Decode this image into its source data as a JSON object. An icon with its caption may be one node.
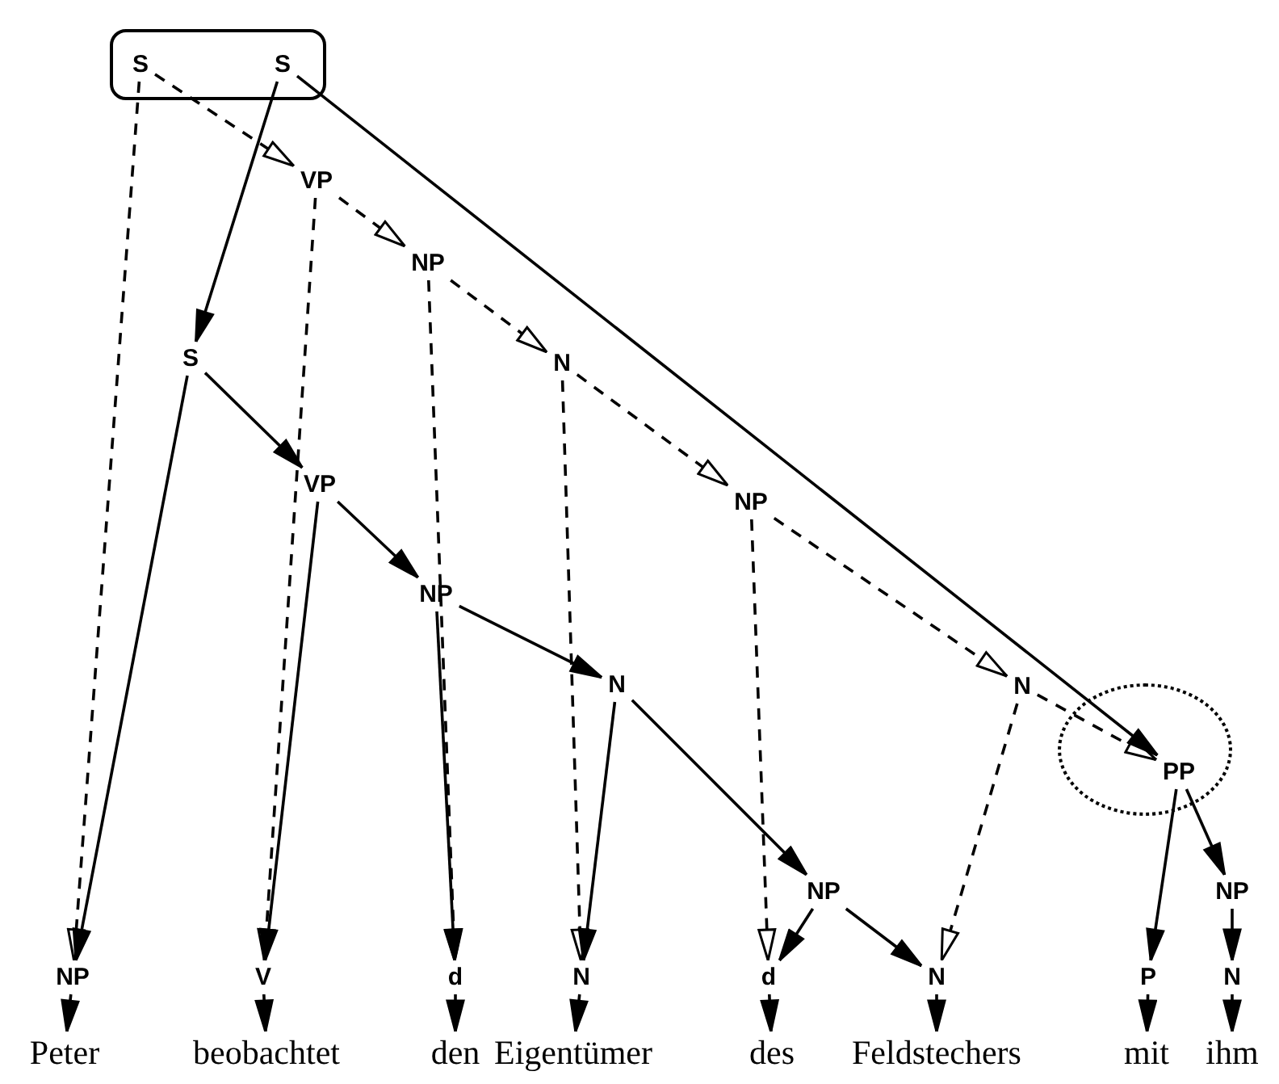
{
  "diagram": {
    "nodes": [
      {
        "text": [],
        "shape": "box"
      },
      {
        "text": [
          "S"
        ],
        "in": 0
      },
      {
        "text": [
          "S"
        ],
        "in": 0
      },
      {
        "text": [
          "VP"
        ]
      },
      {
        "text": [
          "NP"
        ]
      },
      {
        "text": [
          "N"
        ]
      },
      {
        "text": [
          "NP"
        ]
      },
      {
        "text": [
          "N"
        ]
      },
      {
        "text": [
          "S"
        ]
      },
      {
        "text": [
          "VP"
        ]
      },
      {
        "text": [
          "NP"
        ]
      },
      {
        "text": [
          "N"
        ]
      },
      {
        "text": [
          "NP"
        ]
      },
      {
        "text": [],
        "shape": "circle"
      },
      {
        "text": [
          "PP"
        ],
        "in": 13
      },
      {
        "text": [
          "NP"
        ]
      },
      {
        "text": [
          "V"
        ]
      },
      {
        "text": [
          "d"
        ]
      },
      {
        "text": [
          "N"
        ]
      },
      {
        "text": [
          "d"
        ]
      },
      {
        "text": [
          "N"
        ]
      },
      {
        "text": [
          "P"
        ]
      },
      {
        "text": [
          "NP"
        ]
      },
      {
        "text": [
          "N"
        ]
      },
      {
        "text": [
          "Peter"
        ]
      },
      {
        "text": [
          "beobachtet"
        ]
      },
      {
        "text": [
          "den"
        ]
      },
      {
        "text": [
          "Eigentümer"
        ]
      },
      {
        "text": [
          "des"
        ]
      },
      {
        "text": [
          "Feldstechers"
        ]
      },
      {
        "text": [
          "mit"
        ]
      },
      {
        "text": [
          "ihm"
        ]
      }
    ],
    "edges": [
      {
        "from": 1,
        "to": 15,
        "arrow": "to",
        "style": "dashed"
      },
      {
        "from": 1,
        "to": 3,
        "arrow": "to",
        "style": "dashed"
      },
      {
        "from": 3,
        "to": 16,
        "arrow": "to",
        "style": "dashed"
      },
      {
        "from": 3,
        "to": 4,
        "arrow": "to",
        "style": "dashed"
      },
      {
        "from": 4,
        "to": 17,
        "arrow": "to",
        "style": "dashed"
      },
      {
        "from": 4,
        "to": 5,
        "arrow": "to",
        "style": "dashed"
      },
      {
        "from": 5,
        "to": 18,
        "arrow": "to",
        "style": "dashed"
      },
      {
        "from": 5,
        "to": 6,
        "arrow": "to",
        "style": "dashed"
      },
      {
        "from": 6,
        "to": 19,
        "arrow": "to",
        "style": "dashed"
      },
      {
        "from": 6,
        "to": 7,
        "arrow": "to",
        "style": "dashed"
      },
      {
        "from": 7,
        "to": 20,
        "arrow": "to",
        "style": "dashed"
      },
      {
        "from": 7,
        "to": 14,
        "arrow": "to",
        "style": "dashed"
      },
      {
        "from": 2,
        "to": 8,
        "arrow": "to"
      },
      {
        "from": 2,
        "to": 14,
        "arrow": "to"
      },
      {
        "from": 8,
        "to": 15,
        "arrow": "to"
      },
      {
        "from": 8,
        "to": 9,
        "arrow": "to"
      },
      {
        "from": 9,
        "to": 16,
        "arrow": "to"
      },
      {
        "from": 9,
        "to": 10,
        "arrow": "to"
      },
      {
        "from": 10,
        "to": 17,
        "arrow": "to"
      },
      {
        "from": 10,
        "to": 11,
        "arrow": "to"
      },
      {
        "from": 11,
        "to": 18,
        "arrow": "to"
      },
      {
        "from": 11,
        "to": 12,
        "arrow": "to"
      },
      {
        "from": 12,
        "to": 19,
        "arrow": "to"
      },
      {
        "from": 12,
        "to": 20,
        "arrow": "to"
      },
      {
        "from": 14,
        "to": 21,
        "arrow": "to"
      },
      {
        "from": 14,
        "to": 22,
        "arrow": "to"
      },
      {
        "from": 22,
        "to": 23,
        "arrow": "to"
      },
      {
        "from": 15,
        "to": 24,
        "arrow": "to"
      },
      {
        "from": 16,
        "to": 25,
        "arrow": "to"
      },
      {
        "from": 17,
        "to": 26,
        "arrow": "to"
      },
      {
        "from": 18,
        "to": 27,
        "arrow": "to"
      },
      {
        "from": 19,
        "to": 28,
        "arrow": "to"
      },
      {
        "from": 20,
        "to": 29,
        "arrow": "to"
      },
      {
        "from": 21,
        "to": 30,
        "arrow": "to"
      },
      {
        "from": 23,
        "to": 31,
        "arrow": "to"
      }
    ]
  }
}
